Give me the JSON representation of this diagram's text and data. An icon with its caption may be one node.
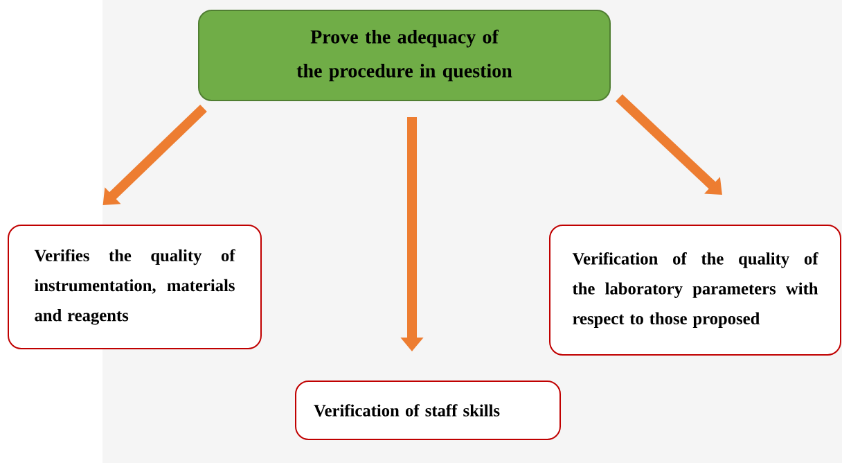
{
  "diagram": {
    "nodes": [
      {
        "text": [
          "Prove the adequacy of the procedure in question"
        ]
      },
      {
        "text": [
          "Verifies the quality of instrumentation, materials and reagents"
        ]
      },
      {
        "text": [
          "Verification of staff skills"
        ]
      },
      {
        "text": [
          "Verification of the quality of the laboratory parameters with respect to those proposed"
        ]
      }
    ],
    "edges": [
      {
        "from": 0,
        "to": 1,
        "arrow": "to"
      },
      {
        "from": 0,
        "to": 2,
        "arrow": "to"
      },
      {
        "from": 0,
        "to": 3,
        "arrow": "to"
      }
    ]
  }
}
